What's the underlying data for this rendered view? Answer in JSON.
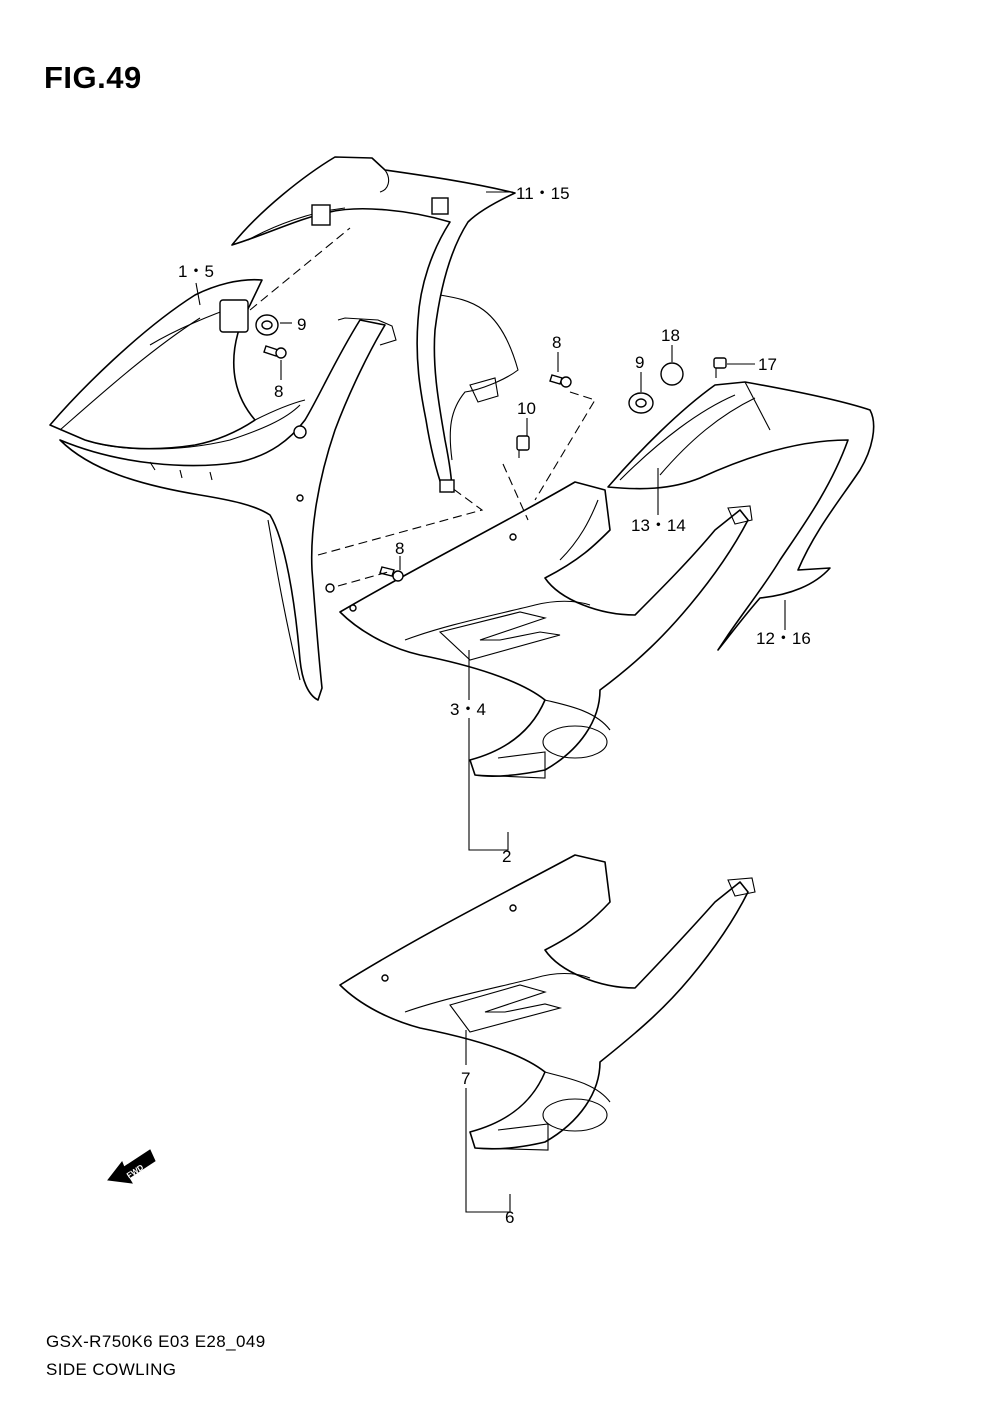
{
  "figure": {
    "title": "FIG.49",
    "model_code": "GSX-R750K6 E03 E28_049",
    "section_name": "SIDE COWLING"
  },
  "callouts": {
    "c_11_15": "11・15",
    "c_1_5": "1・5",
    "c_9_left": "9",
    "c_8_left": "8",
    "c_8_top": "8",
    "c_18": "18",
    "c_9_right": "9",
    "c_17": "17",
    "c_10": "10",
    "c_13_14": "13・14",
    "c_8_mid": "8",
    "c_12_16": "12・16",
    "c_3_4": "3・4",
    "c_2": "2",
    "c_7": "7",
    "c_6": "6"
  },
  "fwd_label": "FWD"
}
